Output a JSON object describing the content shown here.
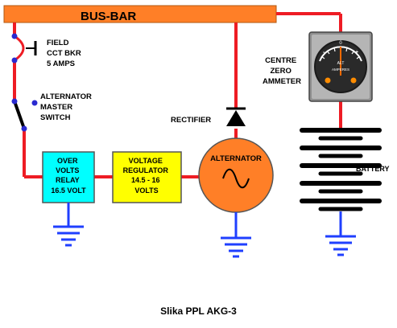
{
  "diagram": {
    "busbar_label": "BUS-BAR",
    "field_breaker": [
      "FIELD",
      "CCT BKR",
      "5 AMPS"
    ],
    "master_switch": [
      "ALTERNATOR",
      "MASTER",
      "SWITCH"
    ],
    "relay": [
      "OVER",
      "VOLTS",
      "RELAY",
      "16.5 VOLT"
    ],
    "regulator": [
      "VOLTAGE",
      "REGULATOR",
      "14.5 - 16",
      "VOLTS"
    ],
    "alternator_label": "ALTERNATOR",
    "rectifier_label": "RECTIFIER",
    "ammeter_label": [
      "CENTRE",
      "ZERO",
      "AMMETER"
    ],
    "ammeter_face": {
      "left": "-",
      "center": "0",
      "right": "+",
      "text1": "ALT",
      "text2": "AMPERES"
    },
    "battery_label": "BATTERY",
    "colors": {
      "wire": "#ee1c24",
      "busbar": "#ff7f27",
      "relay": "#00ffff",
      "regulator": "#ffff00",
      "alternator": "#ff7f27",
      "ground": "#1f3fff",
      "switch_dot": "#2a2ad0"
    }
  },
  "caption": "Slika PPL AKG-3"
}
